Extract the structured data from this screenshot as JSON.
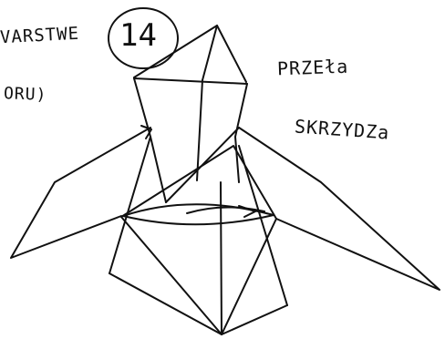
{
  "annotations": {
    "warstwe": "VARSTWE",
    "number": "14",
    "opcji": "ORU)",
    "przez": "PRZEła",
    "skrzydla": "SKRZYDZa"
  },
  "colors": {
    "ink": "#111111",
    "paper": "#ffffff"
  }
}
